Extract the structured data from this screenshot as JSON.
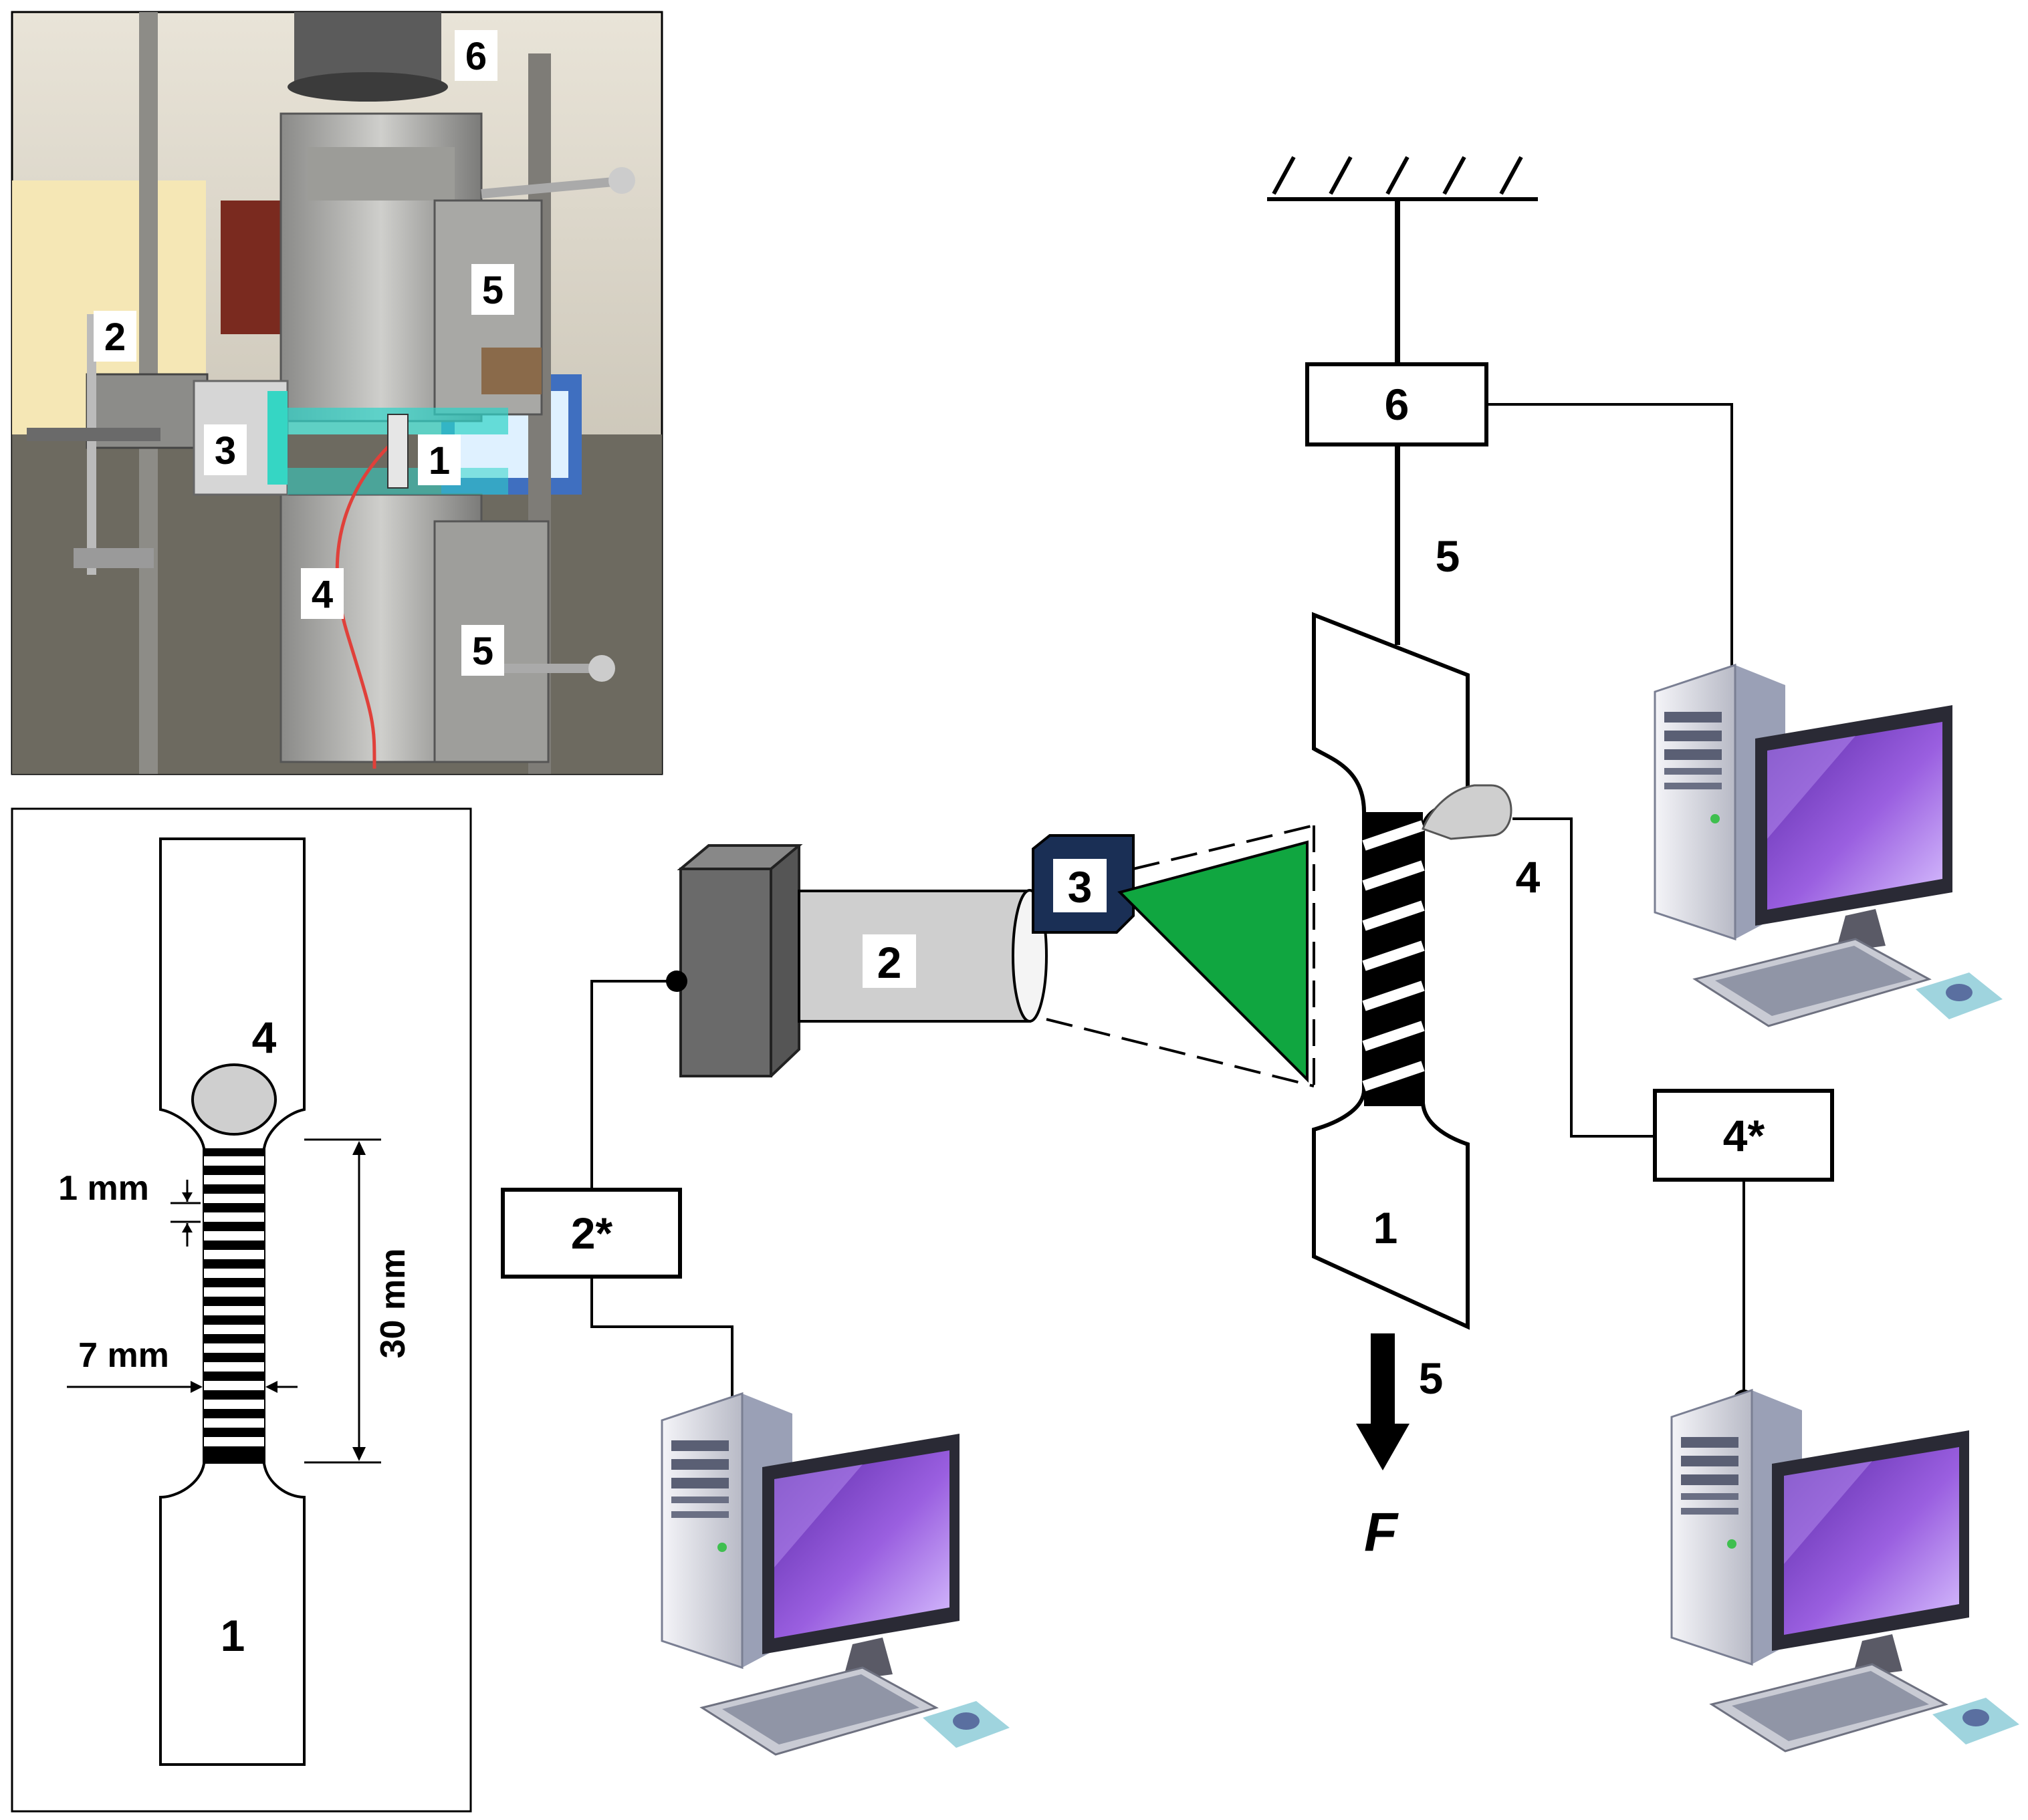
{
  "photo": {
    "labels": [
      "6",
      "5",
      "2",
      "3",
      "1",
      "4",
      "5"
    ]
  },
  "specimen": {
    "label_top": "4",
    "label_bottom": "1",
    "dim_stripe": "1 mm",
    "dim_width": "7 mm",
    "dim_length": "30 mm"
  },
  "setup": {
    "camera": "2",
    "camera_control_box": "2*",
    "light_source": "3",
    "force_box": "6",
    "grip_top": "5",
    "grip_bottom": "5",
    "thermocouple": "4",
    "thermocouple_box": "4*",
    "specimen": "1",
    "force_symbol": "F"
  },
  "colors": {
    "illumination": "#10a640",
    "light_source": "#1a2f55",
    "monitor": "#8e4fd1",
    "camera_body": "#6a6a6a",
    "lens": "#cfcfcf"
  }
}
